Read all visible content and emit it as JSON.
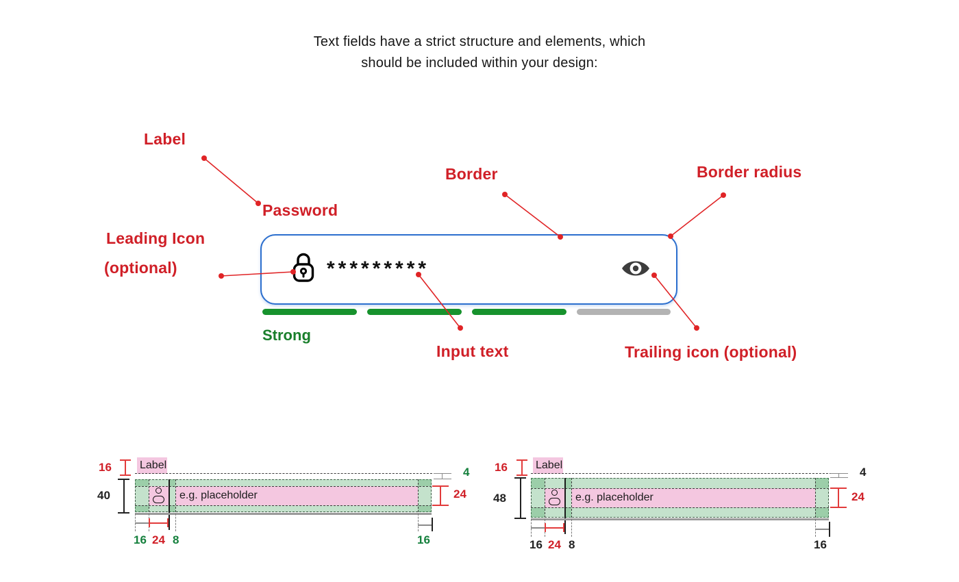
{
  "heading": {
    "line1": "Text fields have a strict structure and elements, which",
    "line2": "should be included within your design:"
  },
  "annotations": {
    "label": "Label",
    "password": "Password",
    "border": "Border",
    "border_radius": "Border radius",
    "leading_icon": "Leading Icon",
    "leading_icon_optional": "(optional)",
    "input_text": "Input text",
    "trailing_icon": "Trailing icon (optional)"
  },
  "password_field": {
    "masked_value": "*********",
    "leading_icon": "lock-icon",
    "trailing_icon": "eye-icon"
  },
  "strength": {
    "label": "Strong",
    "bars": [
      "filled",
      "filled",
      "filled",
      "empty"
    ]
  },
  "specs": [
    {
      "label_height": "16",
      "field_height": "40",
      "label": "Label",
      "placeholder": "e.g. placeholder",
      "label_gap": "4",
      "content_height": "24",
      "pad_left": "16",
      "icon_size": "24",
      "icon_gap": "8",
      "pad_right": "16"
    },
    {
      "label_height": "16",
      "field_height": "48",
      "label": "Label",
      "placeholder": "e.g. placeholder",
      "label_gap": "4",
      "content_height": "24",
      "pad_left": "16",
      "icon_size": "24",
      "icon_gap": "8",
      "pad_right": "16"
    }
  ],
  "colors": {
    "annotation_red": "#d01f27",
    "success_green": "#1a7f2c",
    "field_border_blue": "#2c6fce",
    "bar_green": "#17922d",
    "bar_gray": "#b3b3b3",
    "overlay_pink": "#f2c3dd",
    "overlay_green": "#cde8d3"
  }
}
